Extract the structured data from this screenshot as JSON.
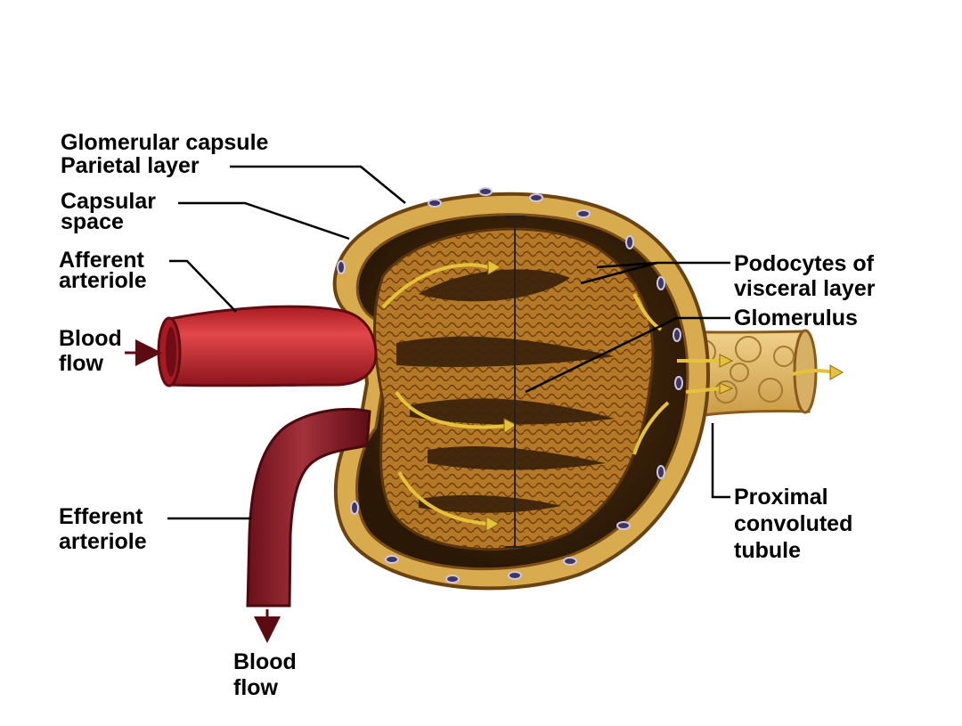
{
  "labels": {
    "glomerular_capsule": {
      "line1": "Glomerular capsule",
      "line2": "Parietal layer"
    },
    "capsular_space": {
      "line1": "Capsular",
      "line2": "space"
    },
    "afferent_arteriole": {
      "line1": "Afferent",
      "line2": "arteriole"
    },
    "blood_flow_in": {
      "line1": "Blood",
      "line2": "flow"
    },
    "efferent_arteriole": {
      "line1": "Efferent",
      "line2": "arteriole"
    },
    "blood_flow_out": {
      "line1": "Blood",
      "line2": "flow"
    },
    "podocytes": {
      "line1": "Podocytes of",
      "line2": "visceral layer"
    },
    "glomerulus": {
      "line1": "Glomerulus"
    },
    "pct": {
      "line1": "Proximal",
      "line2": "convoluted",
      "line3": "tubule"
    }
  },
  "colors": {
    "arteriole_red": "#c8282c",
    "efferent_red": "#8e1e28",
    "capsule_gold": "#c9962e",
    "glomerulus_brown": "#a8681c",
    "flow_arrow_yellow": "#e6c13a",
    "leader_line": "#000000"
  }
}
